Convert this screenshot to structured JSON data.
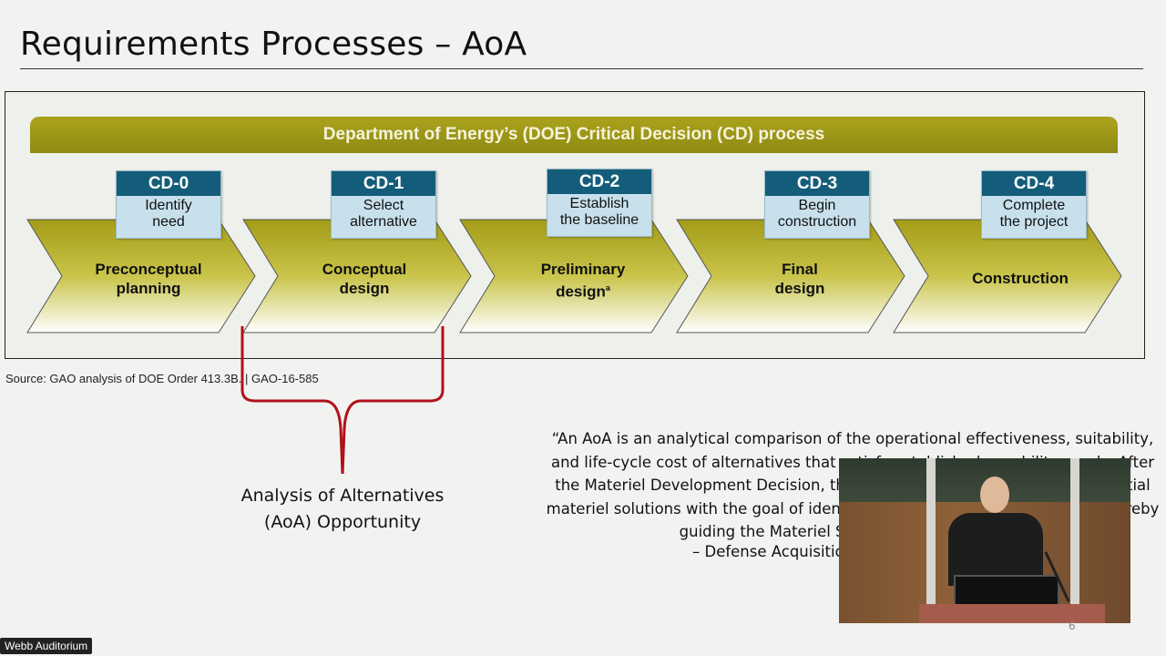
{
  "slide": {
    "title": "Requirements Processes – AoA",
    "slide_number": "6"
  },
  "diagram": {
    "banner": "Department of Energy’s (DOE) Critical Decision (CD) process",
    "phases": [
      {
        "label": "Preconceptual\nplanning"
      },
      {
        "label": "Conceptual\ndesign"
      },
      {
        "label": "Preliminary\ndesign",
        "superscript": "a"
      },
      {
        "label": "Final\ndesign"
      },
      {
        "label": "Construction"
      }
    ],
    "critical_decisions": [
      {
        "code": "CD-0",
        "desc": "Identify\nneed"
      },
      {
        "code": "CD-1",
        "desc": "Select\nalternative"
      },
      {
        "code": "CD-2",
        "desc": "Establish\nthe baseline"
      },
      {
        "code": "CD-3",
        "desc": "Begin\nconstruction"
      },
      {
        "code": "CD-4",
        "desc": "Complete\nthe project"
      }
    ],
    "source": "Source: GAO analysis of DOE Order 413.3B.  |  GAO-16-585"
  },
  "annotation": {
    "label": "Analysis of Alternatives\n(AoA) Opportunity",
    "brace_color": "#b0121b"
  },
  "quote": {
    "text": "“An AoA is an analytical comparison of the operational effectiveness, suitability, and life-cycle cost of alternatives that satisfy established capability needs. After the Materiel Development Decision, the AoA is conducted to examine potential materiel solutions with the goal of identifying the most promising option, thereby guiding the Materiel Solution Analysis phase.”",
    "attribution": "– Defense Acquisition University"
  },
  "overlay": {
    "room_label": "Webb Auditorium"
  },
  "colors": {
    "olive": "#a39c17",
    "cd_header": "#145d7a",
    "cd_body": "#c7e0ec"
  }
}
